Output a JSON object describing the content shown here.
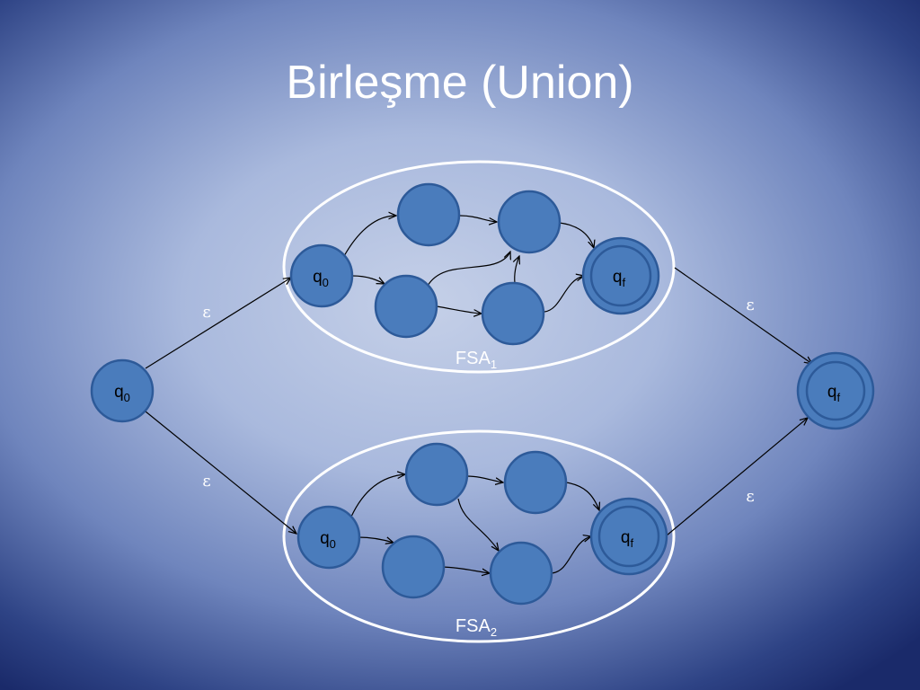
{
  "slide": {
    "title": "Birleşme (Union)"
  },
  "colors": {
    "state_fill": "#4a7cbc",
    "state_stroke": "#2d5a99",
    "ellipse_stroke": "#ffffff",
    "edge_color": "#000000"
  },
  "states": {
    "start": {
      "label": "q",
      "sub": "0"
    },
    "final": {
      "label": "q",
      "sub": "f"
    },
    "fsa1_start": {
      "label": "q",
      "sub": "0"
    },
    "fsa1_final": {
      "label": "q",
      "sub": "f"
    },
    "fsa2_start": {
      "label": "q",
      "sub": "0"
    },
    "fsa2_final": {
      "label": "q",
      "sub": "f"
    }
  },
  "fsa_boxes": {
    "fsa1": {
      "label": "FSA",
      "sub": "1"
    },
    "fsa2": {
      "label": "FSA",
      "sub": "2"
    }
  },
  "epsilon_edges": {
    "start_to_fsa1": "ε",
    "start_to_fsa2": "ε",
    "fsa1_to_final": "ε",
    "fsa2_to_final": "ε"
  }
}
